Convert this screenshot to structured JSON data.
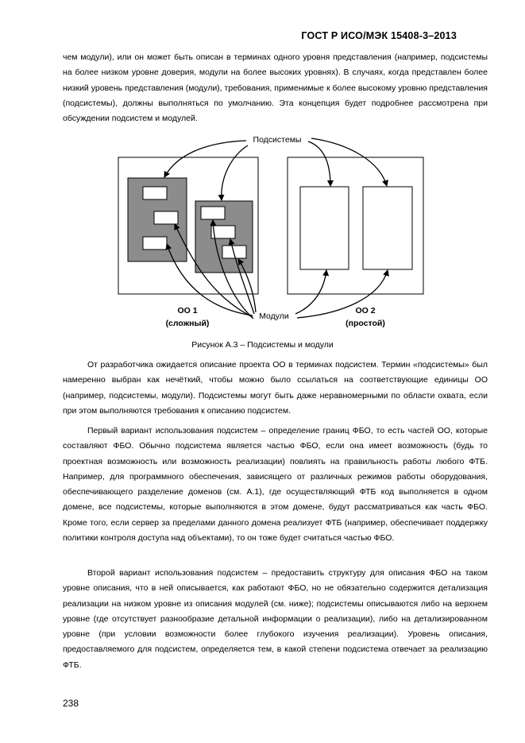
{
  "header": {
    "title": "ГОСТ Р ИСО/МЭК 15408-3–2013"
  },
  "paragraphs": [
    "чем модули), или он может быть описан в терминах одного уровня представления (например, подсистемы на более низком уровне доверия, модули на более высоких уровнях). В случаях, когда представлен  более низкий уровень представления (модули), требования, применимые к более высокому уровню представления (подсистемы), должны выполняться по умолчанию. Эта концепция будет подробнее рассмотрена при обсуждении подсистем и модулей.",
    "От разработчика ожидается описание проекта ОО в терминах подсистем. Термин «подсистемы» был намеренно выбран как нечёткий, чтобы можно было ссылаться на соответствующие единицы  ОО (например, подсистемы, модули). Подсистемы могут быть даже неравномерными по области охвата, если при этом выполняются требования к описанию подсистем.",
    "Первый вариант использования подсистем – определение границ ФБО, то есть частей ОО, которые составляют ФБО. Обычно подсистема является частью ФБО, если она имеет возможность (будь то проектная возможность или возможность реализации) повлиять на правильность работы любого ФТБ. Например, для программного обеспечения, зависящего от различных режимов работы оборудования, обеспечивающего разделение доменов (см. А.1), где осуществляющий ФТБ код выполняется в одном домене, все подсистемы, которые выполняются в этом домене, будут рассматриваться как часть ФБО. Кроме того, если сервер за пределами данного домена реализует ФТБ (например, обеспечивает поддержку политики контроля доступа над объектами), то он тоже будет считаться частью ФБО.",
    "Второй вариант использования подсистем – предоставить структуру для описания ФБО на таком уровне описания, что в ней описывается, как работают ФБО, но не обязательно содержится детализация реализации на низком уровне из описания модулей (см. ниже); подсистемы описываются либо на верхнем уровне (где отсутствует разнообразие детальной информации о реализации), либо на детализированном уровне (при условии возможности более глубокого изучения реализации). Уровень описания, предоставляемого для подсистем, определяется тем, в какой степени подсистема отвечает за реализацию ФТБ."
  ],
  "figure": {
    "label_subsystems": "Подсистемы",
    "label_modules": "Модули",
    "toe1_name": "ОО 1",
    "toe1_sub": "(сложный)",
    "toe2_name": "ОО 2",
    "toe2_sub": "(простой)",
    "caption": "Рисунок А.3 – Подсистемы и модули"
  },
  "page_number": "238"
}
